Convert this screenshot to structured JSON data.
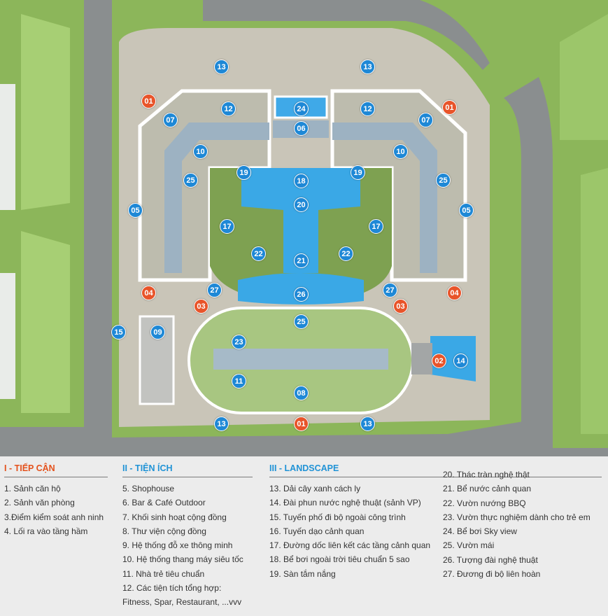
{
  "colors": {
    "marker_blue": "#1e88d6",
    "marker_orange": "#e8542a",
    "heading_orange": "#e4521d",
    "heading_blue": "#2193d6"
  },
  "markers": [
    {
      "label": "13",
      "type": "blue"
    },
    {
      "label": "13",
      "type": "blue"
    },
    {
      "label": "01",
      "type": "orange"
    },
    {
      "label": "12",
      "type": "blue"
    },
    {
      "label": "24",
      "type": "blue"
    },
    {
      "label": "12",
      "type": "blue"
    },
    {
      "label": "01",
      "type": "orange"
    },
    {
      "label": "07",
      "type": "blue"
    },
    {
      "label": "06",
      "type": "blue"
    },
    {
      "label": "07",
      "type": "blue"
    },
    {
      "label": "10",
      "type": "blue"
    },
    {
      "label": "10",
      "type": "blue"
    },
    {
      "label": "19",
      "type": "blue"
    },
    {
      "label": "19",
      "type": "blue"
    },
    {
      "label": "25",
      "type": "blue"
    },
    {
      "label": "18",
      "type": "blue"
    },
    {
      "label": "25",
      "type": "blue"
    },
    {
      "label": "05",
      "type": "blue"
    },
    {
      "label": "20",
      "type": "blue"
    },
    {
      "label": "05",
      "type": "blue"
    },
    {
      "label": "17",
      "type": "blue"
    },
    {
      "label": "17",
      "type": "blue"
    },
    {
      "label": "22",
      "type": "blue"
    },
    {
      "label": "22",
      "type": "blue"
    },
    {
      "label": "21",
      "type": "blue"
    },
    {
      "label": "04",
      "type": "orange"
    },
    {
      "label": "27",
      "type": "blue"
    },
    {
      "label": "26",
      "type": "blue"
    },
    {
      "label": "27",
      "type": "blue"
    },
    {
      "label": "04",
      "type": "orange"
    },
    {
      "label": "03",
      "type": "orange"
    },
    {
      "label": "03",
      "type": "orange"
    },
    {
      "label": "25",
      "type": "blue"
    },
    {
      "label": "15",
      "type": "blue"
    },
    {
      "label": "09",
      "type": "blue"
    },
    {
      "label": "23",
      "type": "blue"
    },
    {
      "label": "02",
      "type": "orange"
    },
    {
      "label": "14",
      "type": "blue"
    },
    {
      "label": "11",
      "type": "blue"
    },
    {
      "label": "08",
      "type": "blue"
    },
    {
      "label": "13",
      "type": "blue"
    },
    {
      "label": "01",
      "type": "orange"
    },
    {
      "label": "13",
      "type": "blue"
    }
  ],
  "legend": {
    "access": {
      "heading": "I - TIẾP CẬN",
      "items": [
        "1. Sảnh căn hộ",
        "2. Sảnh văn phòng",
        "3.Điểm kiểm soát anh ninh",
        "4. Lối ra vào tầng hầm"
      ]
    },
    "amenities": {
      "heading": "II - TIỆN ÍCH",
      "items": [
        "5. Shophouse",
        "6. Bar & Café Outdoor",
        "7. Khối sinh hoạt cộng đồng",
        "8. Thư viện cộng đồng",
        "9. Hệ thống đỗ xe thông minh",
        "10. Hệ thống thang máy siêu tốc",
        "11. Nhà trẻ tiêu chuẩn",
        "12. Các tiện tích tổng hợp:",
        "Fitness, Spar, Restaurant, ...vvv"
      ]
    },
    "landscape": {
      "heading": "III - LANDSCAPE",
      "items": [
        "13. Dải cây xanh cách ly",
        "14. Đài phun nước nghệ thuật (sảnh VP)",
        "15. Tuyến phố đi bộ ngoài công trình",
        "16. Tuyến dạo cảnh quan",
        "17. Đường dốc liên kết các tầng cảnh quan",
        "18. Bể bơi ngoài trời tiêu chuẩn 5 sao",
        "19. Sàn tắm nắng"
      ]
    },
    "landscape_cont": {
      "items": [
        "20. Thác tràn nghệ thật",
        "21. Bể nước cảnh quan",
        "22. Vườn nướng BBQ",
        "23. Vườn thực nghiệm dành cho trẻ em",
        "24. Bể bơi Sky view",
        "25. Vườn mái",
        "26. Tượng đài nghệ thuật",
        "27. Đương đi bộ liên hoàn"
      ]
    }
  }
}
